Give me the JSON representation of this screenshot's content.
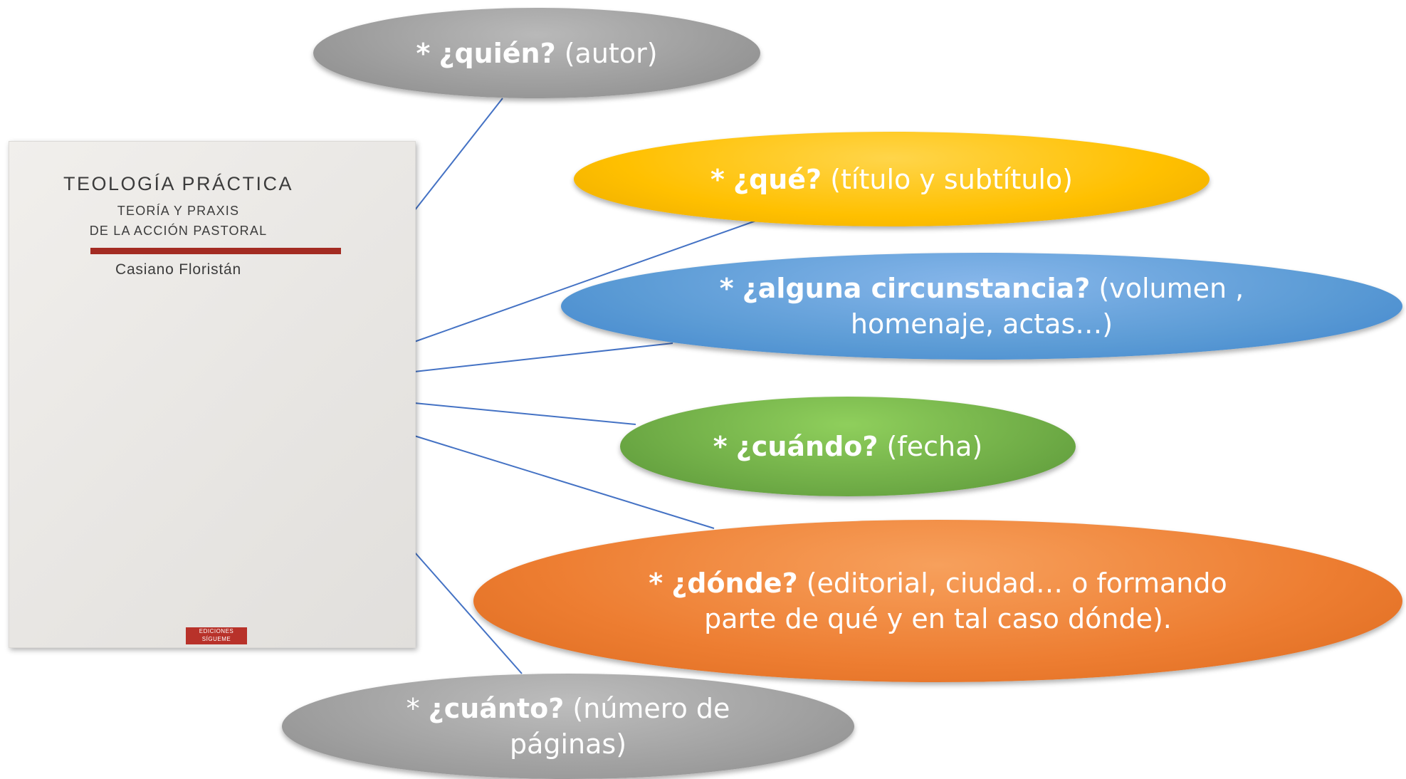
{
  "book_cover": {
    "title": "TEOLOGÍA PRÁCTICA",
    "subtitle_line1": "TEORÍA Y PRAXIS",
    "subtitle_line2": "DE LA ACCIÓN PASTORAL",
    "author": "Casiano Floristán",
    "publisher_logo_line1": "EDICIONES",
    "publisher_logo_line2": "SÍGUEME",
    "accent_color": "#a32b22"
  },
  "bubbles": {
    "who": {
      "marker": "*",
      "question": "¿quién?",
      "detail": "(autor)",
      "color": "#a6a6a6"
    },
    "what": {
      "marker": "*",
      "question": "¿qué?",
      "detail": "(título y subtítulo)",
      "color": "#ffc000"
    },
    "circumstance": {
      "marker": "*",
      "question": "¿alguna circunstancia?",
      "detail": "(volumen , homenaje, actas…)",
      "color": "#5b9bd5"
    },
    "when": {
      "marker": "*",
      "question": "¿cuándo?",
      "detail": "(fecha)",
      "color": "#70ad47"
    },
    "where": {
      "marker": "*",
      "question": "¿dónde?",
      "detail": "(editorial, ciudad… o formando parte de qué y en tal caso dónde).",
      "color": "#ed7d31"
    },
    "how_many": {
      "marker": "*",
      "question": "¿cuánto?",
      "detail": "(número de páginas)",
      "color": "#a6a6a6"
    }
  },
  "connector_color": "#4472c4"
}
